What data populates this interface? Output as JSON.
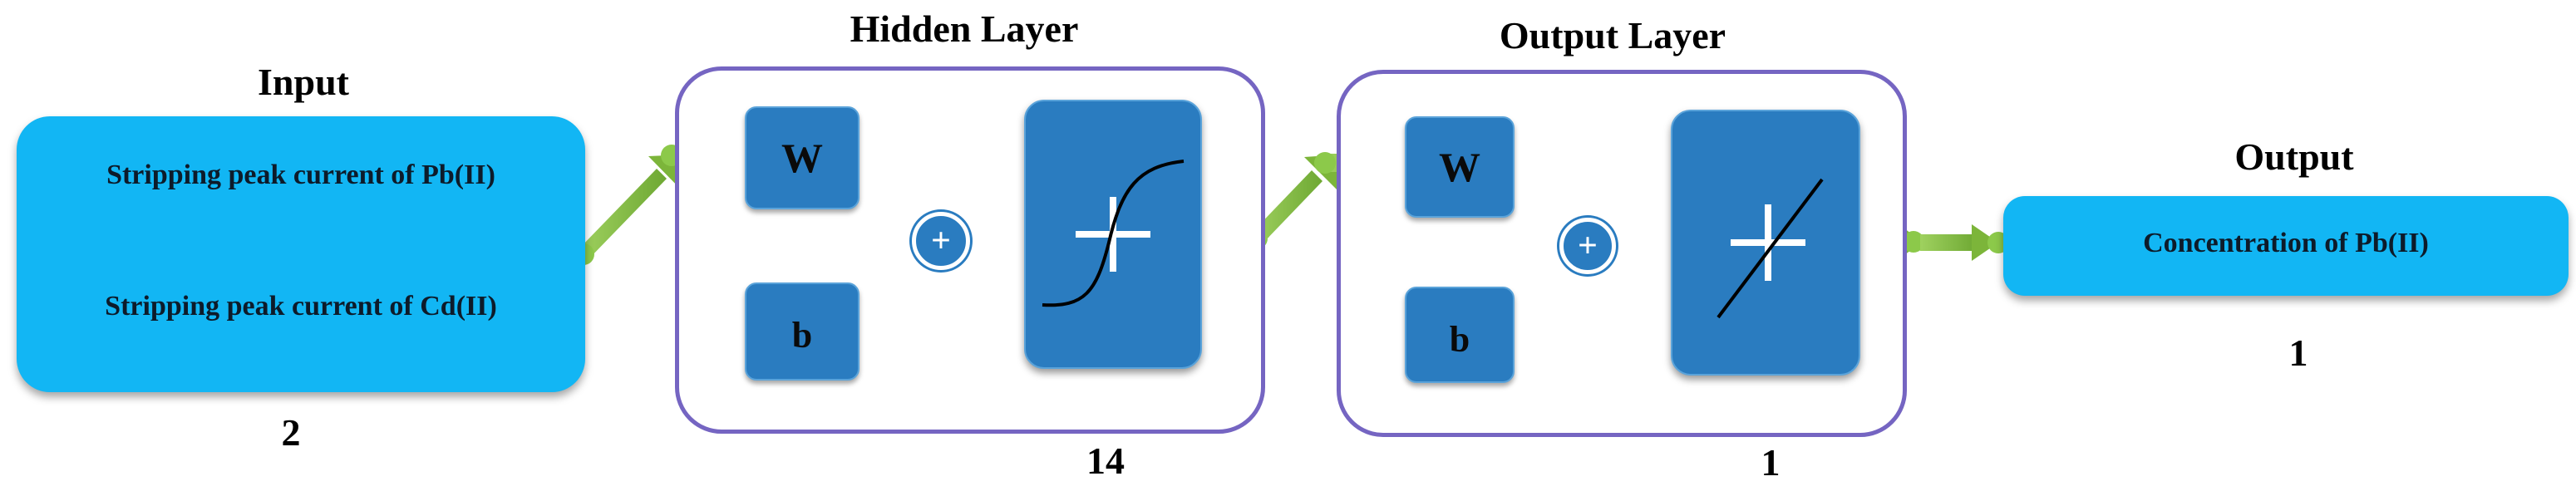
{
  "input": {
    "title": "Input",
    "lines": [
      "Stripping peak current of Pb(II)",
      "Stripping peak current of Cd(II)"
    ],
    "count": "2"
  },
  "hidden_layer": {
    "title": "Hidden Layer",
    "weight_label": "W",
    "bias_label": "b",
    "sum_label": "+",
    "count": "14",
    "transfer": "sigmoid-curve-icon"
  },
  "output_layer": {
    "title": "Output Layer",
    "weight_label": "W",
    "bias_label": "b",
    "sum_label": "+",
    "count": "1",
    "transfer": "linear-line-icon"
  },
  "output": {
    "title": "Output",
    "line": "Concentration of  Pb(II)",
    "count": "1"
  },
  "colors": {
    "io_box": "#12b6f4",
    "block": "#2a7cc0",
    "layer_border": "#7565c2",
    "arrow": "#7cb53a"
  }
}
